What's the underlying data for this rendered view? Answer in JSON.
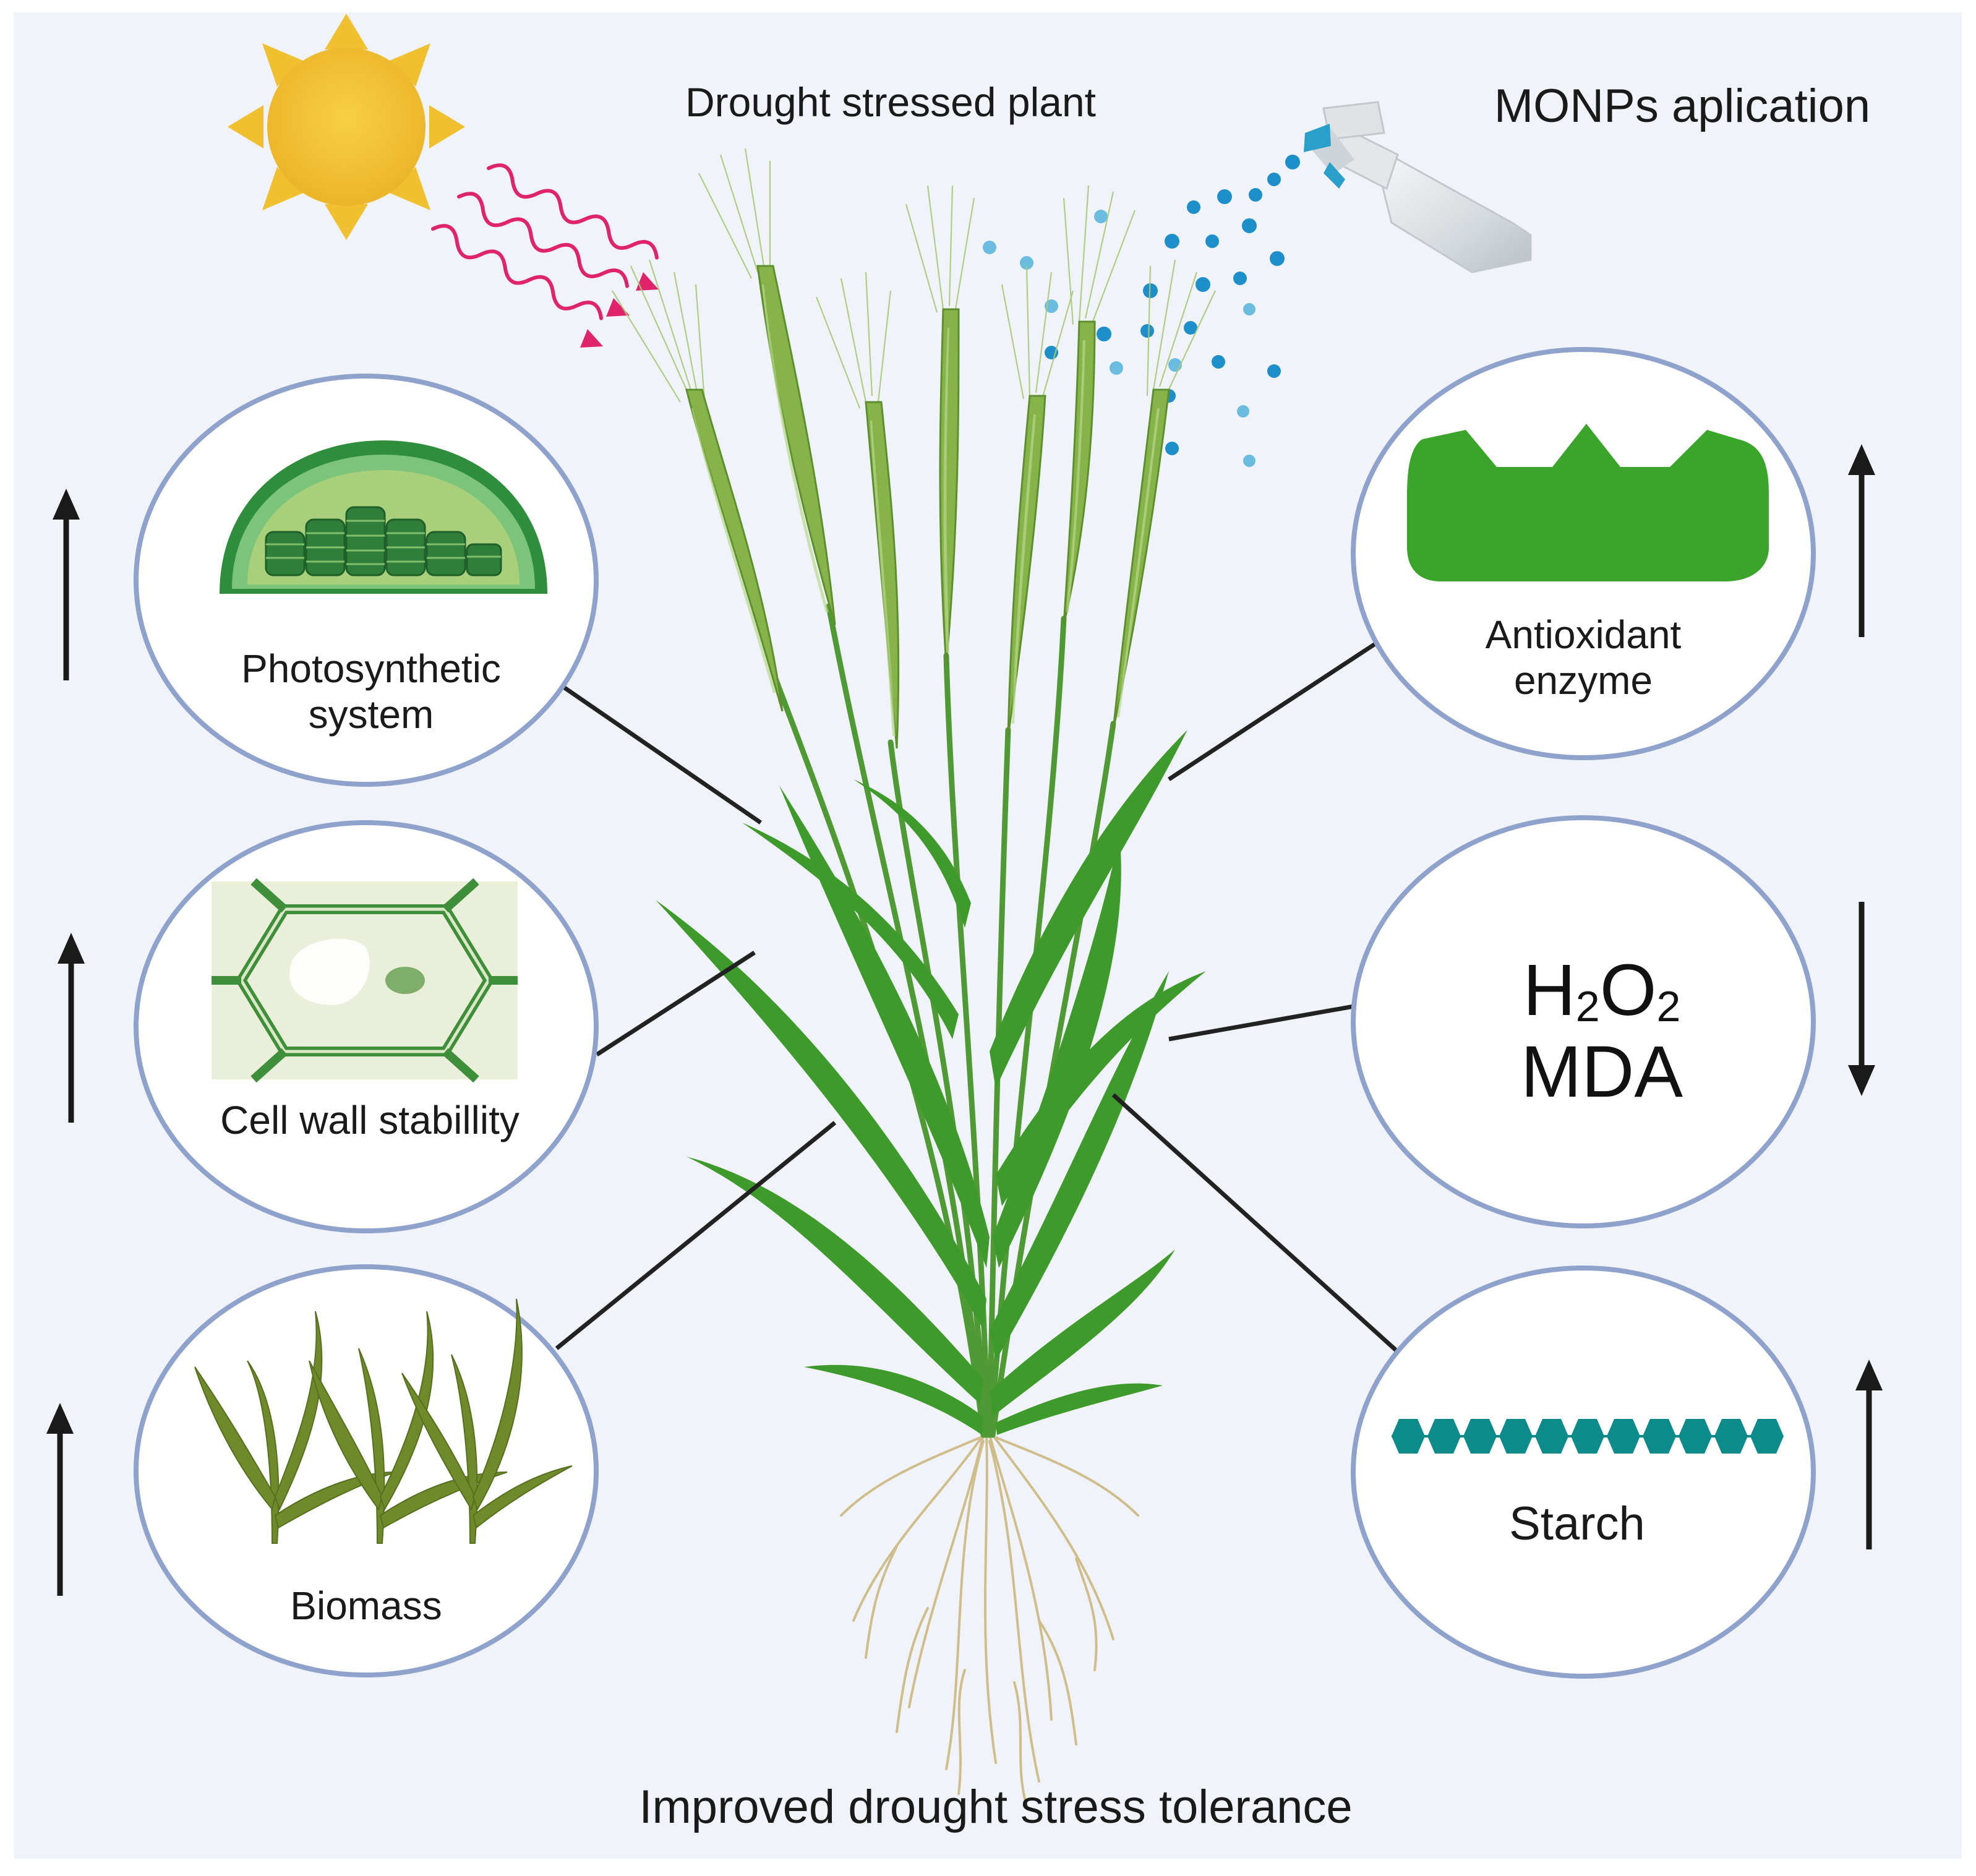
{
  "header": {
    "plant_title": "Drought stressed plant",
    "application_title": "MONPs aplication"
  },
  "footer": {
    "conclusion": "Improved drought stress tolerance"
  },
  "circles": {
    "photosynthetic": {
      "line1": "Photosynthetic",
      "line2": "system",
      "trend": "up"
    },
    "cell_wall": {
      "label": "Cell wall stabillity",
      "trend": "up"
    },
    "biomass": {
      "label": "Biomass",
      "trend": "up"
    },
    "antioxidant": {
      "line1": "Antioxidant",
      "line2": "enzyme",
      "trend": "up"
    },
    "ros": {
      "h2o2_main": "H",
      "h2o2_sub1": "2",
      "h2o2_mid": "O",
      "h2o2_sub2": "2",
      "mda": "MDA",
      "trend": "down"
    },
    "starch": {
      "label": "Starch",
      "trend": "up"
    }
  },
  "icons": [
    "sun-icon",
    "sunlight-rays-icon",
    "spray-bottle-icon",
    "nanoparticle-droplets-icon",
    "wheat-plant-icon",
    "chloroplast-icon",
    "plant-cell-icon",
    "seedlings-icon",
    "enzyme-icon",
    "starch-chain-icon"
  ],
  "colors": {
    "background": "#f0f4fa",
    "circle_border": "#8ea2cc",
    "sun": "#f0c030",
    "rays": "#e0246c",
    "droplets": "#1e8fc8",
    "leaf_green": "#3f9a2c",
    "ear_green": "#86b44a",
    "enzyme_green": "#3aa52a",
    "starch_teal": "#0d8a8a",
    "roots": "#cfbd8c",
    "arrow": "#1a1a1a"
  }
}
